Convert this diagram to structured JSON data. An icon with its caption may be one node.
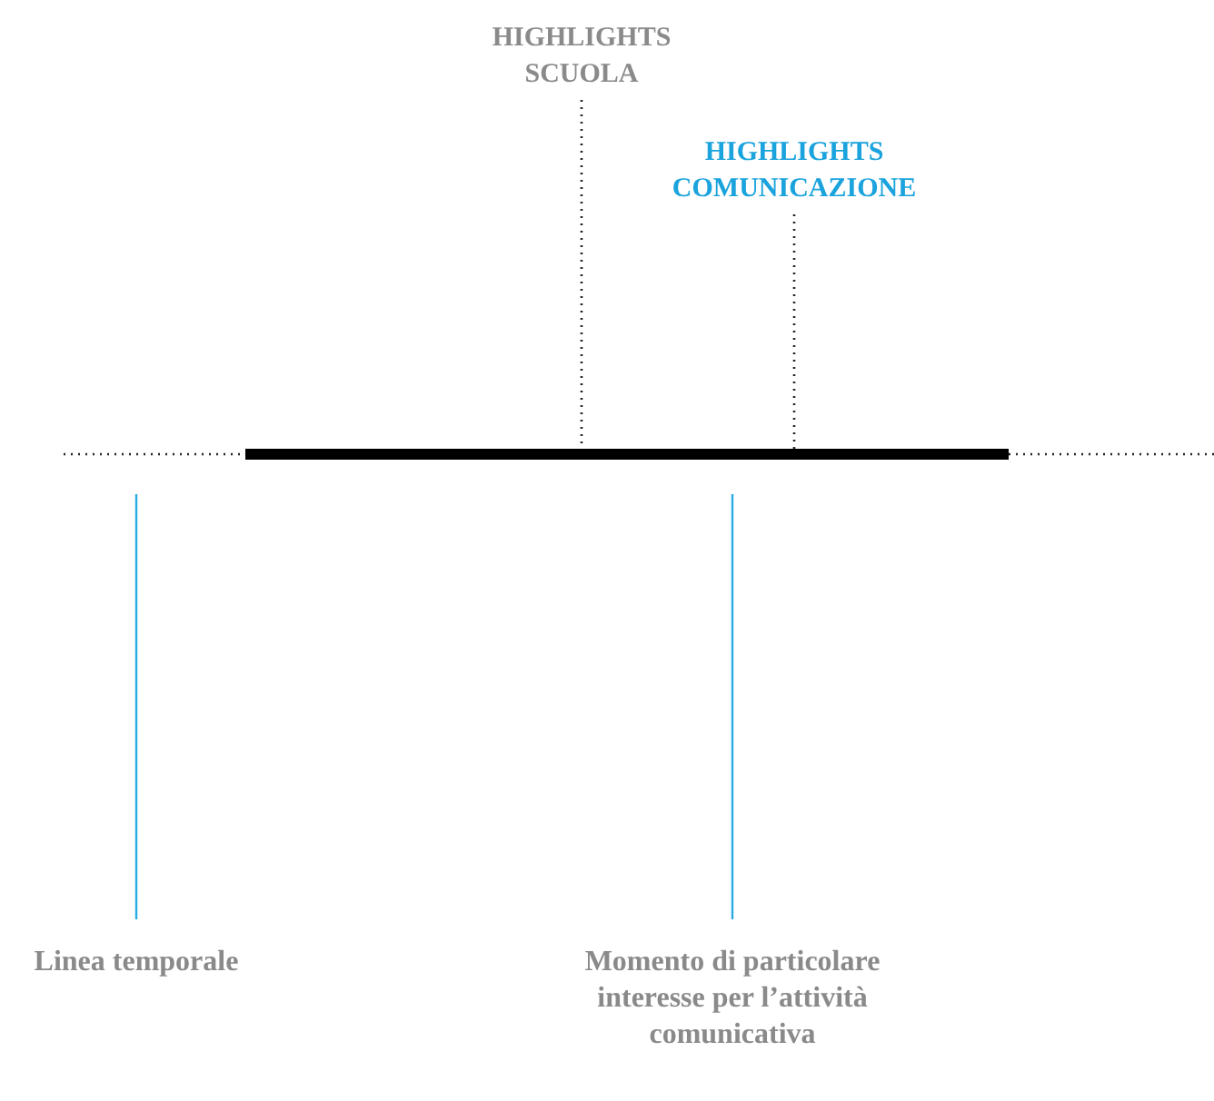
{
  "diagram": {
    "nodes": [
      {
        "text": [
          "HIGHLIGHTS SCUOLA"
        ]
      },
      {
        "text": [
          "HIGHLIGHTS COMUNICAZIONE"
        ]
      },
      {
        "text": [],
        "shape": "bar"
      },
      {
        "text": [
          "Linea temporale"
        ]
      },
      {
        "text": [
          "Momento di particolare interesse per l’attività comunicativa"
        ]
      }
    ],
    "edges": [
      {
        "from": 0,
        "to": 2,
        "arrow": "none",
        "style": "dashed"
      },
      {
        "from": 1,
        "to": 2,
        "arrow": "none",
        "style": "dashed"
      },
      {
        "from": 3,
        "to": 2,
        "arrow": "none",
        "color": "#29abe2"
      },
      {
        "from": 4,
        "to": 2,
        "arrow": "none",
        "color": "#29abe2"
      }
    ]
  }
}
